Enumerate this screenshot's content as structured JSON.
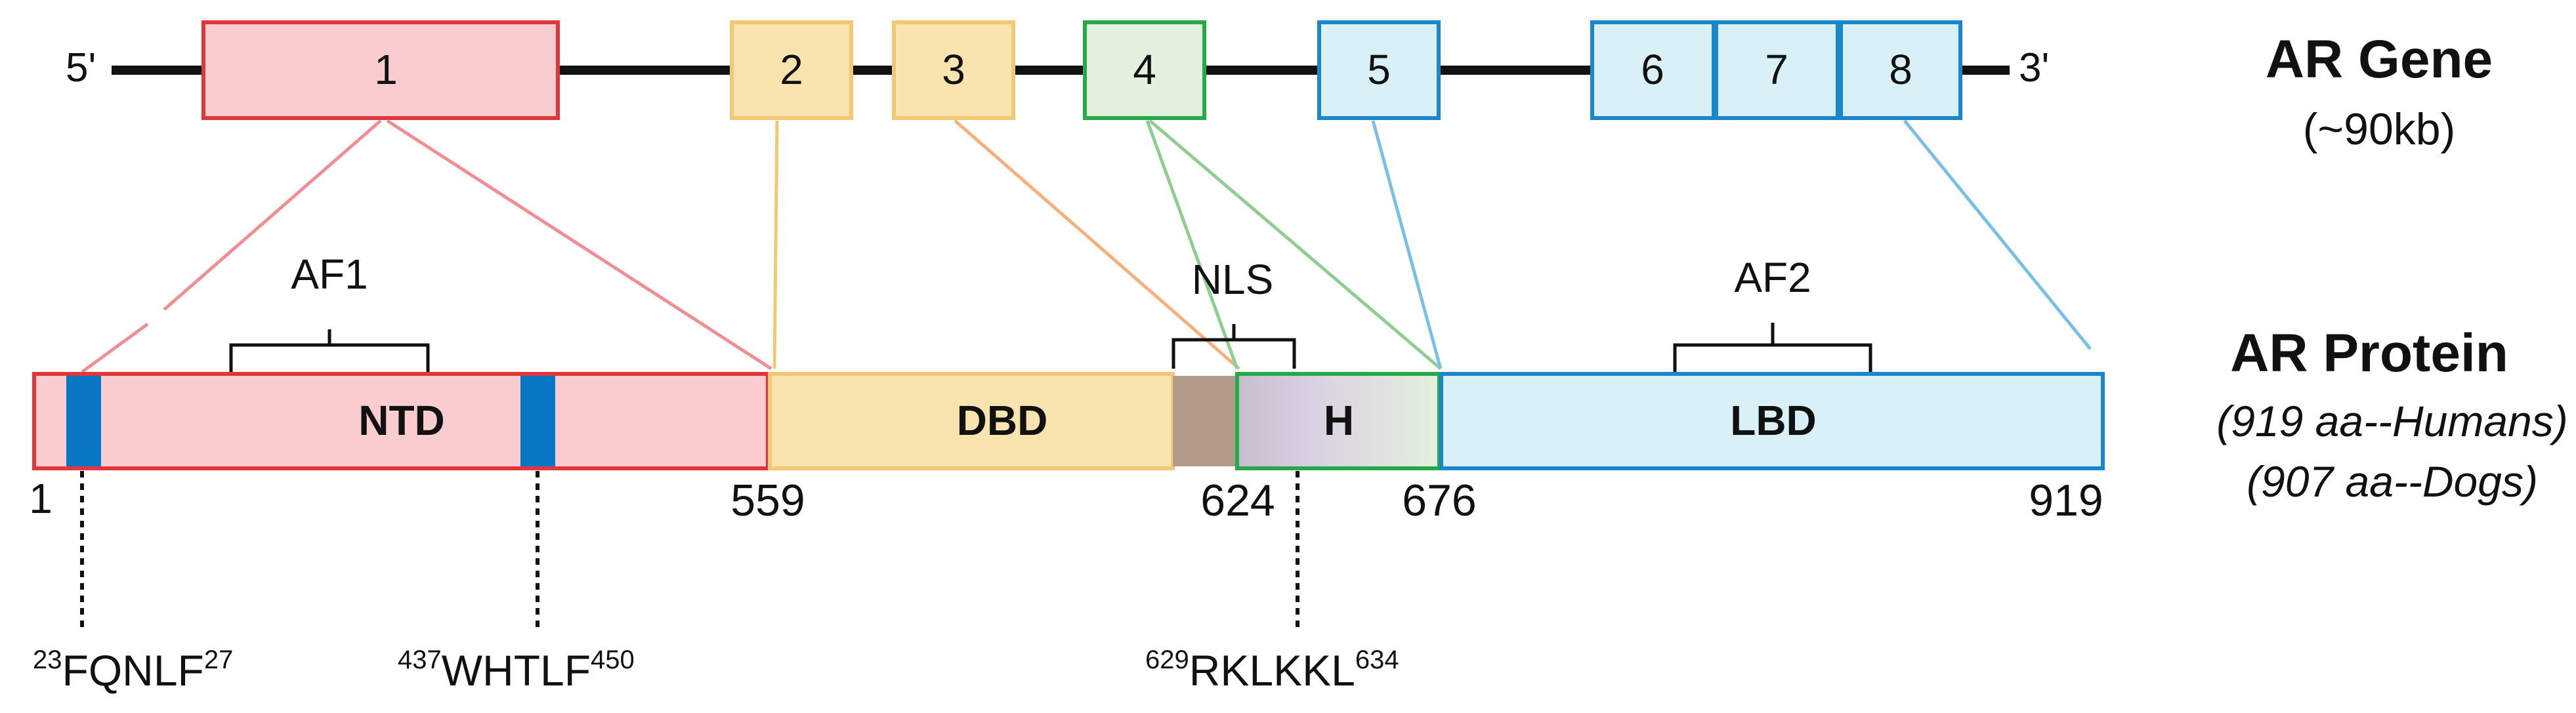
{
  "gene": {
    "title": "AR Gene",
    "size": "(~90kb)",
    "five_prime": "5'",
    "three_prime": "3'",
    "exons": [
      {
        "label": "1",
        "fill": "#f9cdd0",
        "stroke": "#e2363d"
      },
      {
        "label": "2",
        "fill": "#f9e4b0",
        "stroke": "#f3c874"
      },
      {
        "label": "3",
        "fill": "#f9e4b0",
        "stroke": "#f3c874"
      },
      {
        "label": "4",
        "fill": "#e4f0de",
        "stroke": "#27a84a"
      },
      {
        "label": "5",
        "fill": "#d8f0f6",
        "stroke": "#1a86cc"
      },
      {
        "label": "6",
        "fill": "#d8f0f6",
        "stroke": "#1a86cc"
      },
      {
        "label": "7",
        "fill": "#d8f0f6",
        "stroke": "#1a86cc"
      },
      {
        "label": "8",
        "fill": "#d8f0f6",
        "stroke": "#1a86cc"
      }
    ]
  },
  "protein": {
    "title": "AR Protein",
    "species_human": "(919 aa--Humans)",
    "species_dog": "(907 aa--Dogs)",
    "domains": [
      {
        "label": "NTD",
        "fill": "#f9cdd0",
        "stroke": "#e2363d"
      },
      {
        "label": "DBD",
        "fill": "#f9e4b0",
        "stroke": "#f3c874"
      },
      {
        "label": "H",
        "fill": "#e4f0de",
        "stroke": "#27a84a"
      },
      {
        "label": "LBD",
        "fill": "#d8f0f6",
        "stroke": "#1a86cc"
      }
    ],
    "positions": [
      "1",
      "559",
      "624",
      "676",
      "919"
    ],
    "brackets": [
      "AF1",
      "NLS",
      "AF2"
    ],
    "motifs": [
      {
        "start": "23",
        "sequence": "FQNLF",
        "end": "27"
      },
      {
        "start": "437",
        "sequence": "WHTLF",
        "end": "450"
      },
      {
        "start": "629",
        "sequence": "RKLKKL",
        "end": "634"
      }
    ]
  },
  "colors": {
    "backbone": "#111111",
    "motif_marker": "#0a77c4",
    "hinge_transition": "#b49a8a"
  }
}
